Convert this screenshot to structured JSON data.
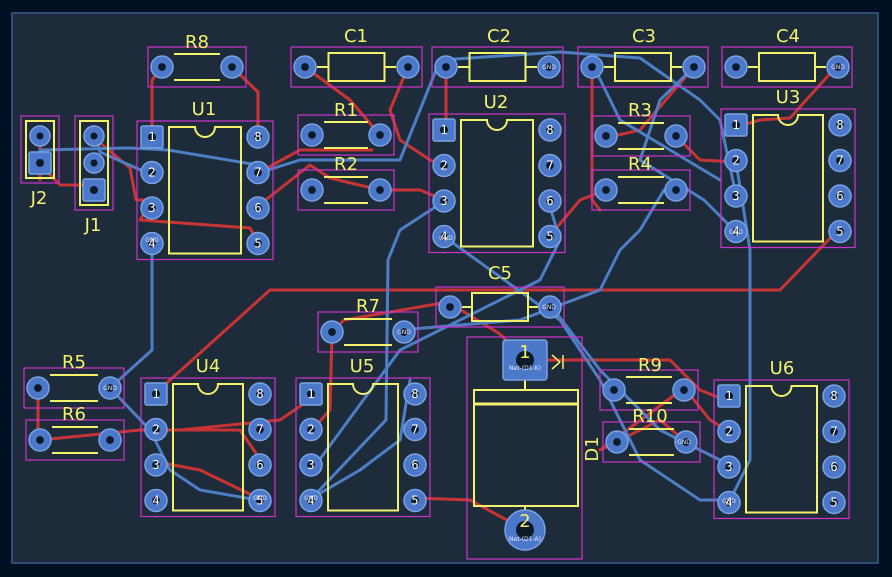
{
  "colors": {
    "background": "#001023",
    "board": "#1e2b3b",
    "edge": "#2f4d72",
    "courtyard": "#cc33cc",
    "silk": "#f2f26b",
    "trace_red": "#c83434",
    "trace_blue": "#4d7fc4",
    "pad": "#4b78c8",
    "pad_ring": "#7aa3e6"
  },
  "labels": {
    "R8": "R8",
    "C1": "C1",
    "C2": "C2",
    "C3": "C3",
    "C4": "C4",
    "U1": "U1",
    "U2": "U2",
    "U3": "U3",
    "U4": "U4",
    "U5": "U5",
    "U6": "U6",
    "R1": "R1",
    "R2": "R2",
    "R3": "R3",
    "R4": "R4",
    "R5": "R5",
    "R6": "R6",
    "R7": "R7",
    "R9": "R9",
    "R10": "R10",
    "C5": "C5",
    "J1": "J1",
    "J2": "J2",
    "D1": "D1",
    "D1_pin1": "1",
    "D1_pin2": "2",
    "pad_net_gnd": "GND",
    "d1_net_k": "Net-(D1-K)",
    "d1_net_a": "Net-(D1-A)"
  },
  "ic_pin_numbers": [
    "1",
    "2",
    "3",
    "4",
    "5",
    "6",
    "7",
    "8"
  ]
}
